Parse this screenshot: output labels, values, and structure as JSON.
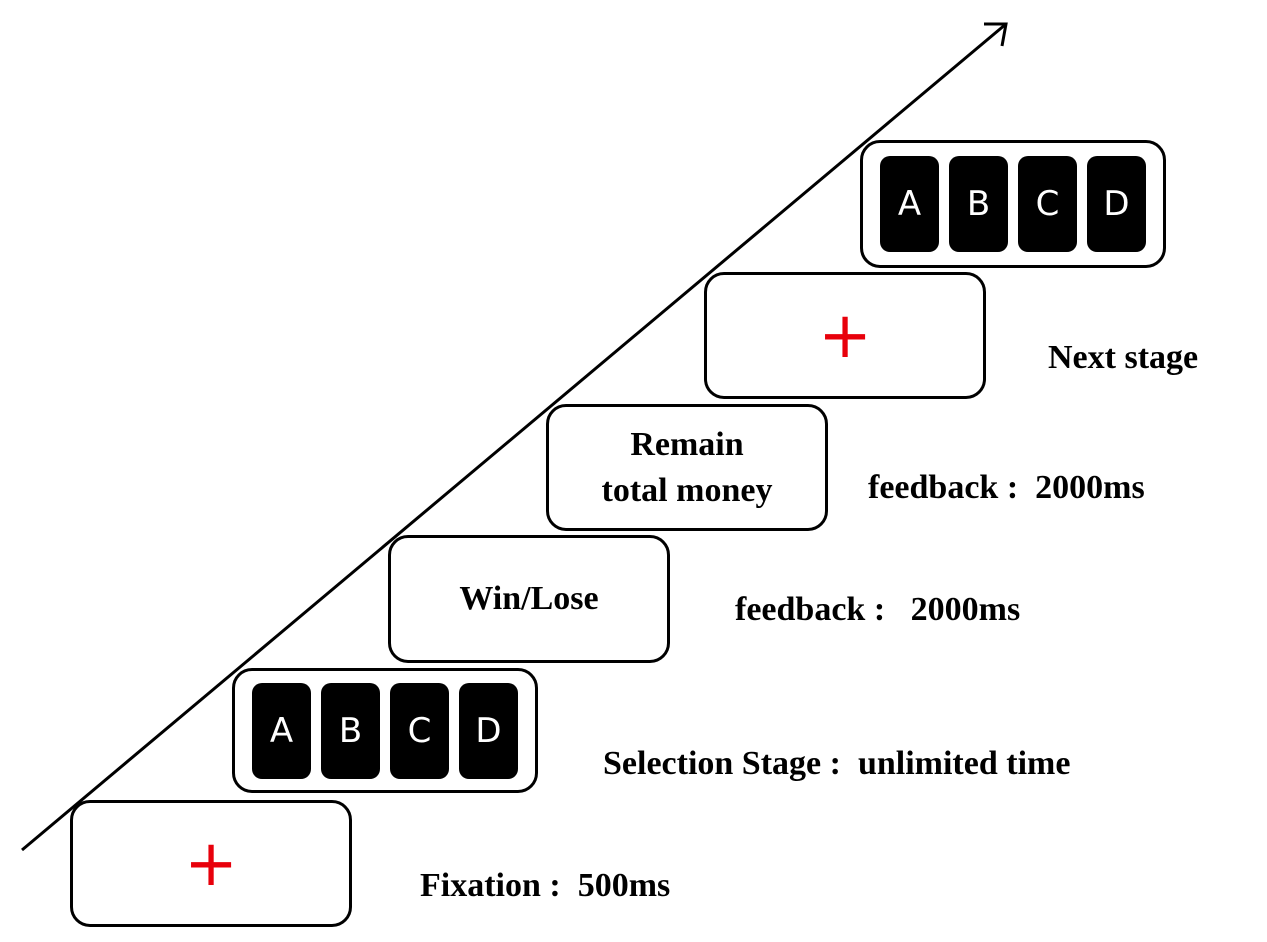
{
  "screens": {
    "fixation": {
      "symbol": "+"
    },
    "selection_1": {
      "cards": [
        "A",
        "B",
        "C",
        "D"
      ]
    },
    "win_lose": {
      "text": "Win/Lose"
    },
    "remain_money": {
      "line1": "Remain",
      "line2": "total money"
    },
    "next_fixation": {
      "symbol": "+"
    },
    "selection_2": {
      "cards": [
        "A",
        "B",
        "C",
        "D"
      ]
    }
  },
  "labels": {
    "fixation": "Fixation :  500ms",
    "selection": "Selection Stage :  unlimited time",
    "feedback_1": "feedback :   2000ms",
    "feedback_2": "feedback :  2000ms",
    "next_stage": "Next stage"
  },
  "colors": {
    "cross": "#e8000b",
    "card": "#000000",
    "card_text": "#ffffff",
    "frame": "#000000"
  }
}
